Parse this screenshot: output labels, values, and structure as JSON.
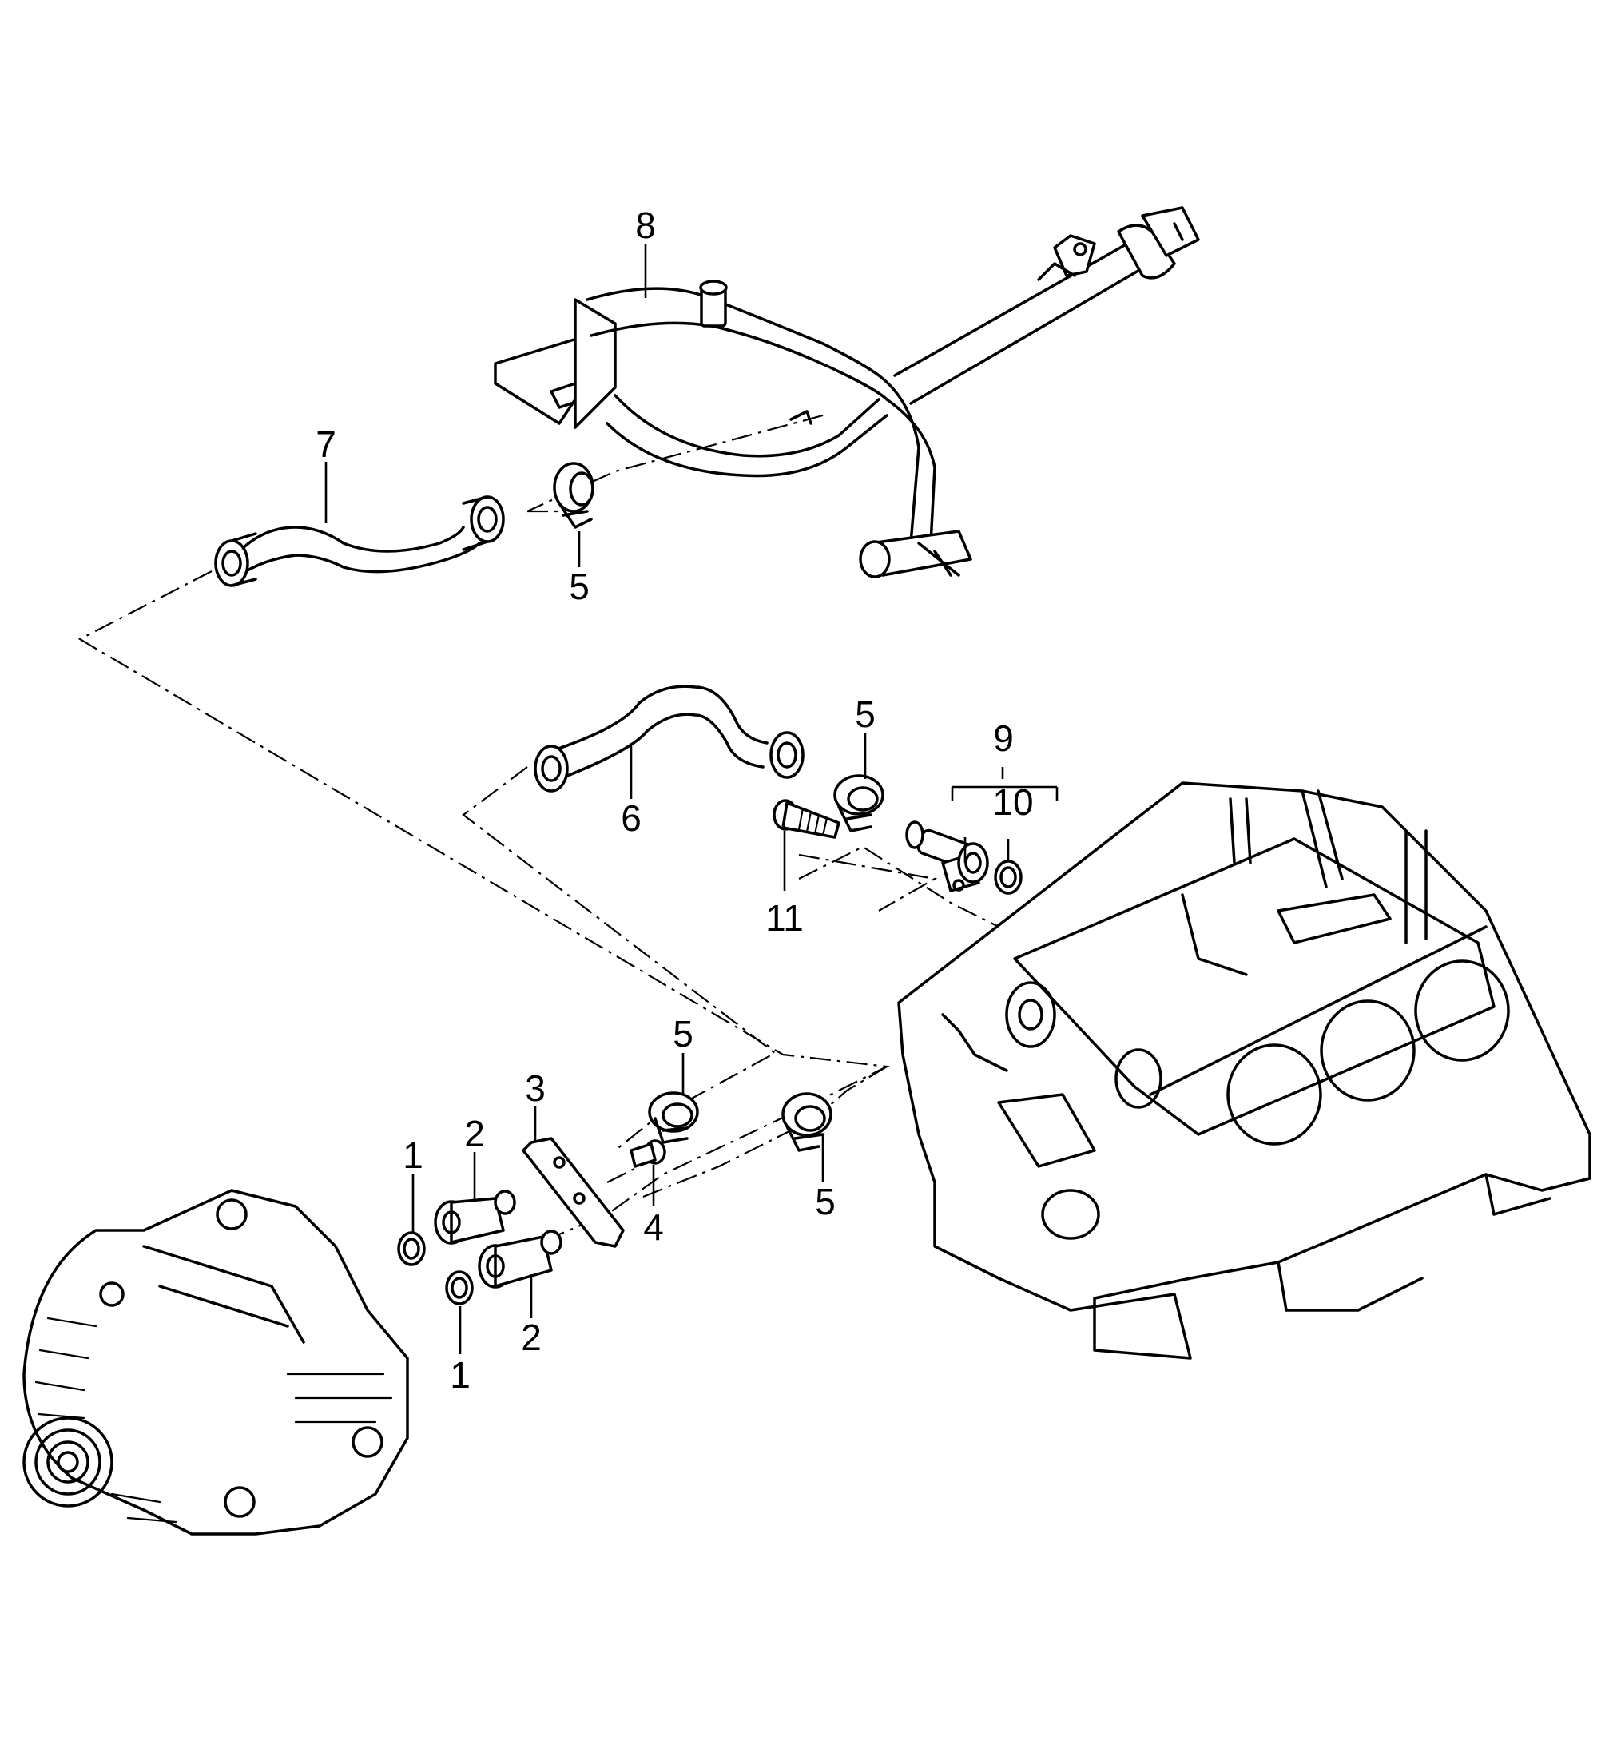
{
  "callouts": {
    "c1a": "1",
    "c1b": "1",
    "c2a": "2",
    "c2b": "2",
    "c3": "3",
    "c4": "4",
    "c5a": "5",
    "c5b": "5",
    "c5c": "5",
    "c5d": "5",
    "c6": "6",
    "c7": "7",
    "c8": "8",
    "c9": "9",
    "c10": "10",
    "c11": "11"
  }
}
